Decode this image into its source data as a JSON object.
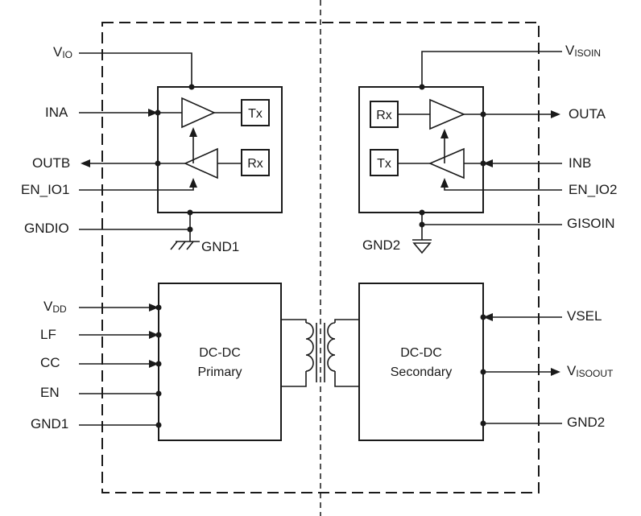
{
  "pins_left": {
    "vio": {
      "main": "V",
      "sub": "IO"
    },
    "ina": "INA",
    "outb": "OUTB",
    "en_io1": "EN_IO1",
    "gndio": "GNDIO",
    "vdd": {
      "main": "V",
      "sub": "DD"
    },
    "lf": "LF",
    "cc": "CC",
    "en": "EN",
    "gnd1": "GND1"
  },
  "pins_right": {
    "visoin": {
      "main": "V",
      "sub": "ISOIN"
    },
    "outa": "OUTA",
    "inb": "INB",
    "en_io2": "EN_IO2",
    "gisoin": "GISOIN",
    "vsel": "VSEL",
    "visoout": {
      "main": "V",
      "sub": "ISOOUT"
    },
    "gnd2": "GND2"
  },
  "grounds": {
    "gnd1": "GND1",
    "gnd2": "GND2"
  },
  "blocks": {
    "left_tx": "Tx",
    "left_rx": "Rx",
    "right_rx": "Rx",
    "right_tx": "Tx",
    "dcdc_primary": {
      "line1": "DC-DC",
      "line2": "Primary"
    },
    "dcdc_secondary": {
      "line1": "DC-DC",
      "line2": "Secondary"
    }
  }
}
